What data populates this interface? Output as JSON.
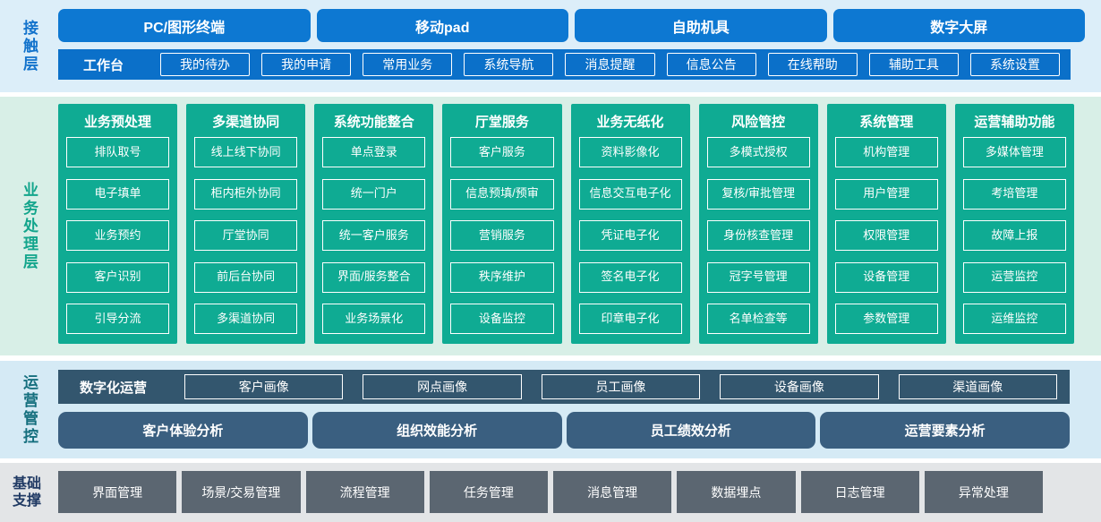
{
  "colors": {
    "terminal_blue": "#0d78d2",
    "workbench_bar_blue": "#0b70c9",
    "module_green": "#0fab93",
    "ops_bar_slate": "#33566e",
    "analysis_slate_blue": "#3a5f80",
    "foundation_slate_gray": "#5b6671",
    "contact_label": "#1373cc",
    "business_label": "#13a58c",
    "ops_label": "#156f7e",
    "foundation_label": "#203a64"
  },
  "layers": {
    "contact": {
      "label": "接触层",
      "terminals": [
        "PC/图形终端",
        "移动pad",
        "自助机具",
        "数字大屏"
      ],
      "workbench": {
        "label": "工作台",
        "items": [
          "我的待办",
          "我的申请",
          "常用业务",
          "系统导航",
          "消息提醒",
          "信息公告",
          "在线帮助",
          "辅助工具",
          "系统设置"
        ]
      }
    },
    "business": {
      "label": "业务处理层",
      "columns": [
        {
          "title": "业务预处理",
          "items": [
            "排队取号",
            "电子填单",
            "业务预约",
            "客户识别",
            "引导分流"
          ]
        },
        {
          "title": "多渠道协同",
          "items": [
            "线上线下协同",
            "柜内柜外协同",
            "厅堂协同",
            "前后台协同",
            "多渠道协同"
          ]
        },
        {
          "title": "系统功能整合",
          "items": [
            "单点登录",
            "统一门户",
            "统一客户服务",
            "界面/服务整合",
            "业务场景化"
          ]
        },
        {
          "title": "厅堂服务",
          "items": [
            "客户服务",
            "信息预填/预审",
            "营销服务",
            "秩序维护",
            "设备监控"
          ]
        },
        {
          "title": "业务无纸化",
          "items": [
            "资料影像化",
            "信息交互电子化",
            "凭证电子化",
            "签名电子化",
            "印章电子化"
          ]
        },
        {
          "title": "风险管控",
          "items": [
            "多模式授权",
            "复核/审批管理",
            "身份核查管理",
            "冠字号管理",
            "名单检查等"
          ]
        },
        {
          "title": "系统管理",
          "items": [
            "机构管理",
            "用户管理",
            "权限管理",
            "设备管理",
            "参数管理"
          ]
        },
        {
          "title": "运营辅助功能",
          "items": [
            "多媒体管理",
            "考培管理",
            "故障上报",
            "运营监控",
            "运维监控"
          ]
        }
      ]
    },
    "operations": {
      "label": "运营管控",
      "digital_ops": {
        "label": "数字化运营",
        "items": [
          "客户画像",
          "网点画像",
          "员工画像",
          "设备画像",
          "渠道画像"
        ]
      },
      "analysis": [
        "客户体验分析",
        "组织效能分析",
        "员工绩效分析",
        "运营要素分析"
      ]
    },
    "foundation": {
      "label": "基础支撑",
      "items": [
        "界面管理",
        "场景/交易管理",
        "流程管理",
        "任务管理",
        "消息管理",
        "数据埋点",
        "日志管理",
        "异常处理"
      ]
    }
  }
}
